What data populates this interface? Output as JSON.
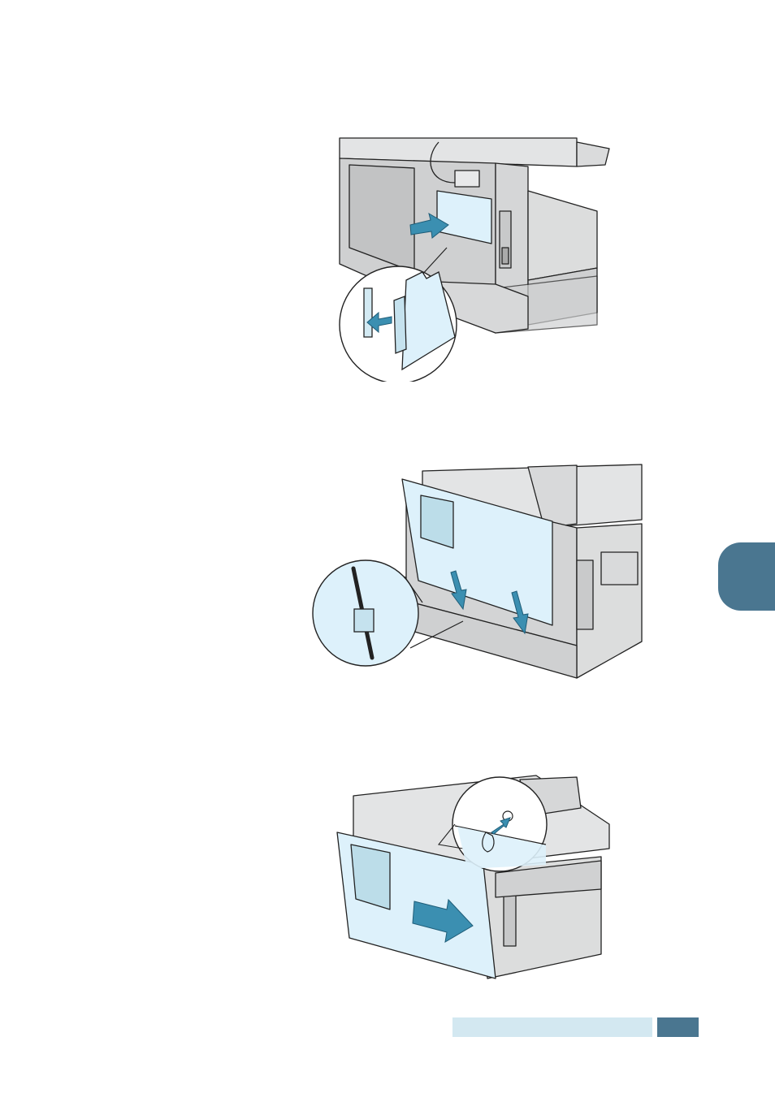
{
  "colors": {
    "accent": "#4a7690",
    "panel": "#ddf1fb",
    "machine": "#d9dadb",
    "arrow": "#3b8fb1",
    "footer_bar": "#d3e8f1"
  },
  "figures": [
    {
      "id": "fig1",
      "icon": "insert-board-into-slot-illustration"
    },
    {
      "id": "fig2",
      "icon": "attach-cover-tabs-illustration"
    },
    {
      "id": "fig3",
      "icon": "slide-cover-closed-illustration"
    }
  ]
}
